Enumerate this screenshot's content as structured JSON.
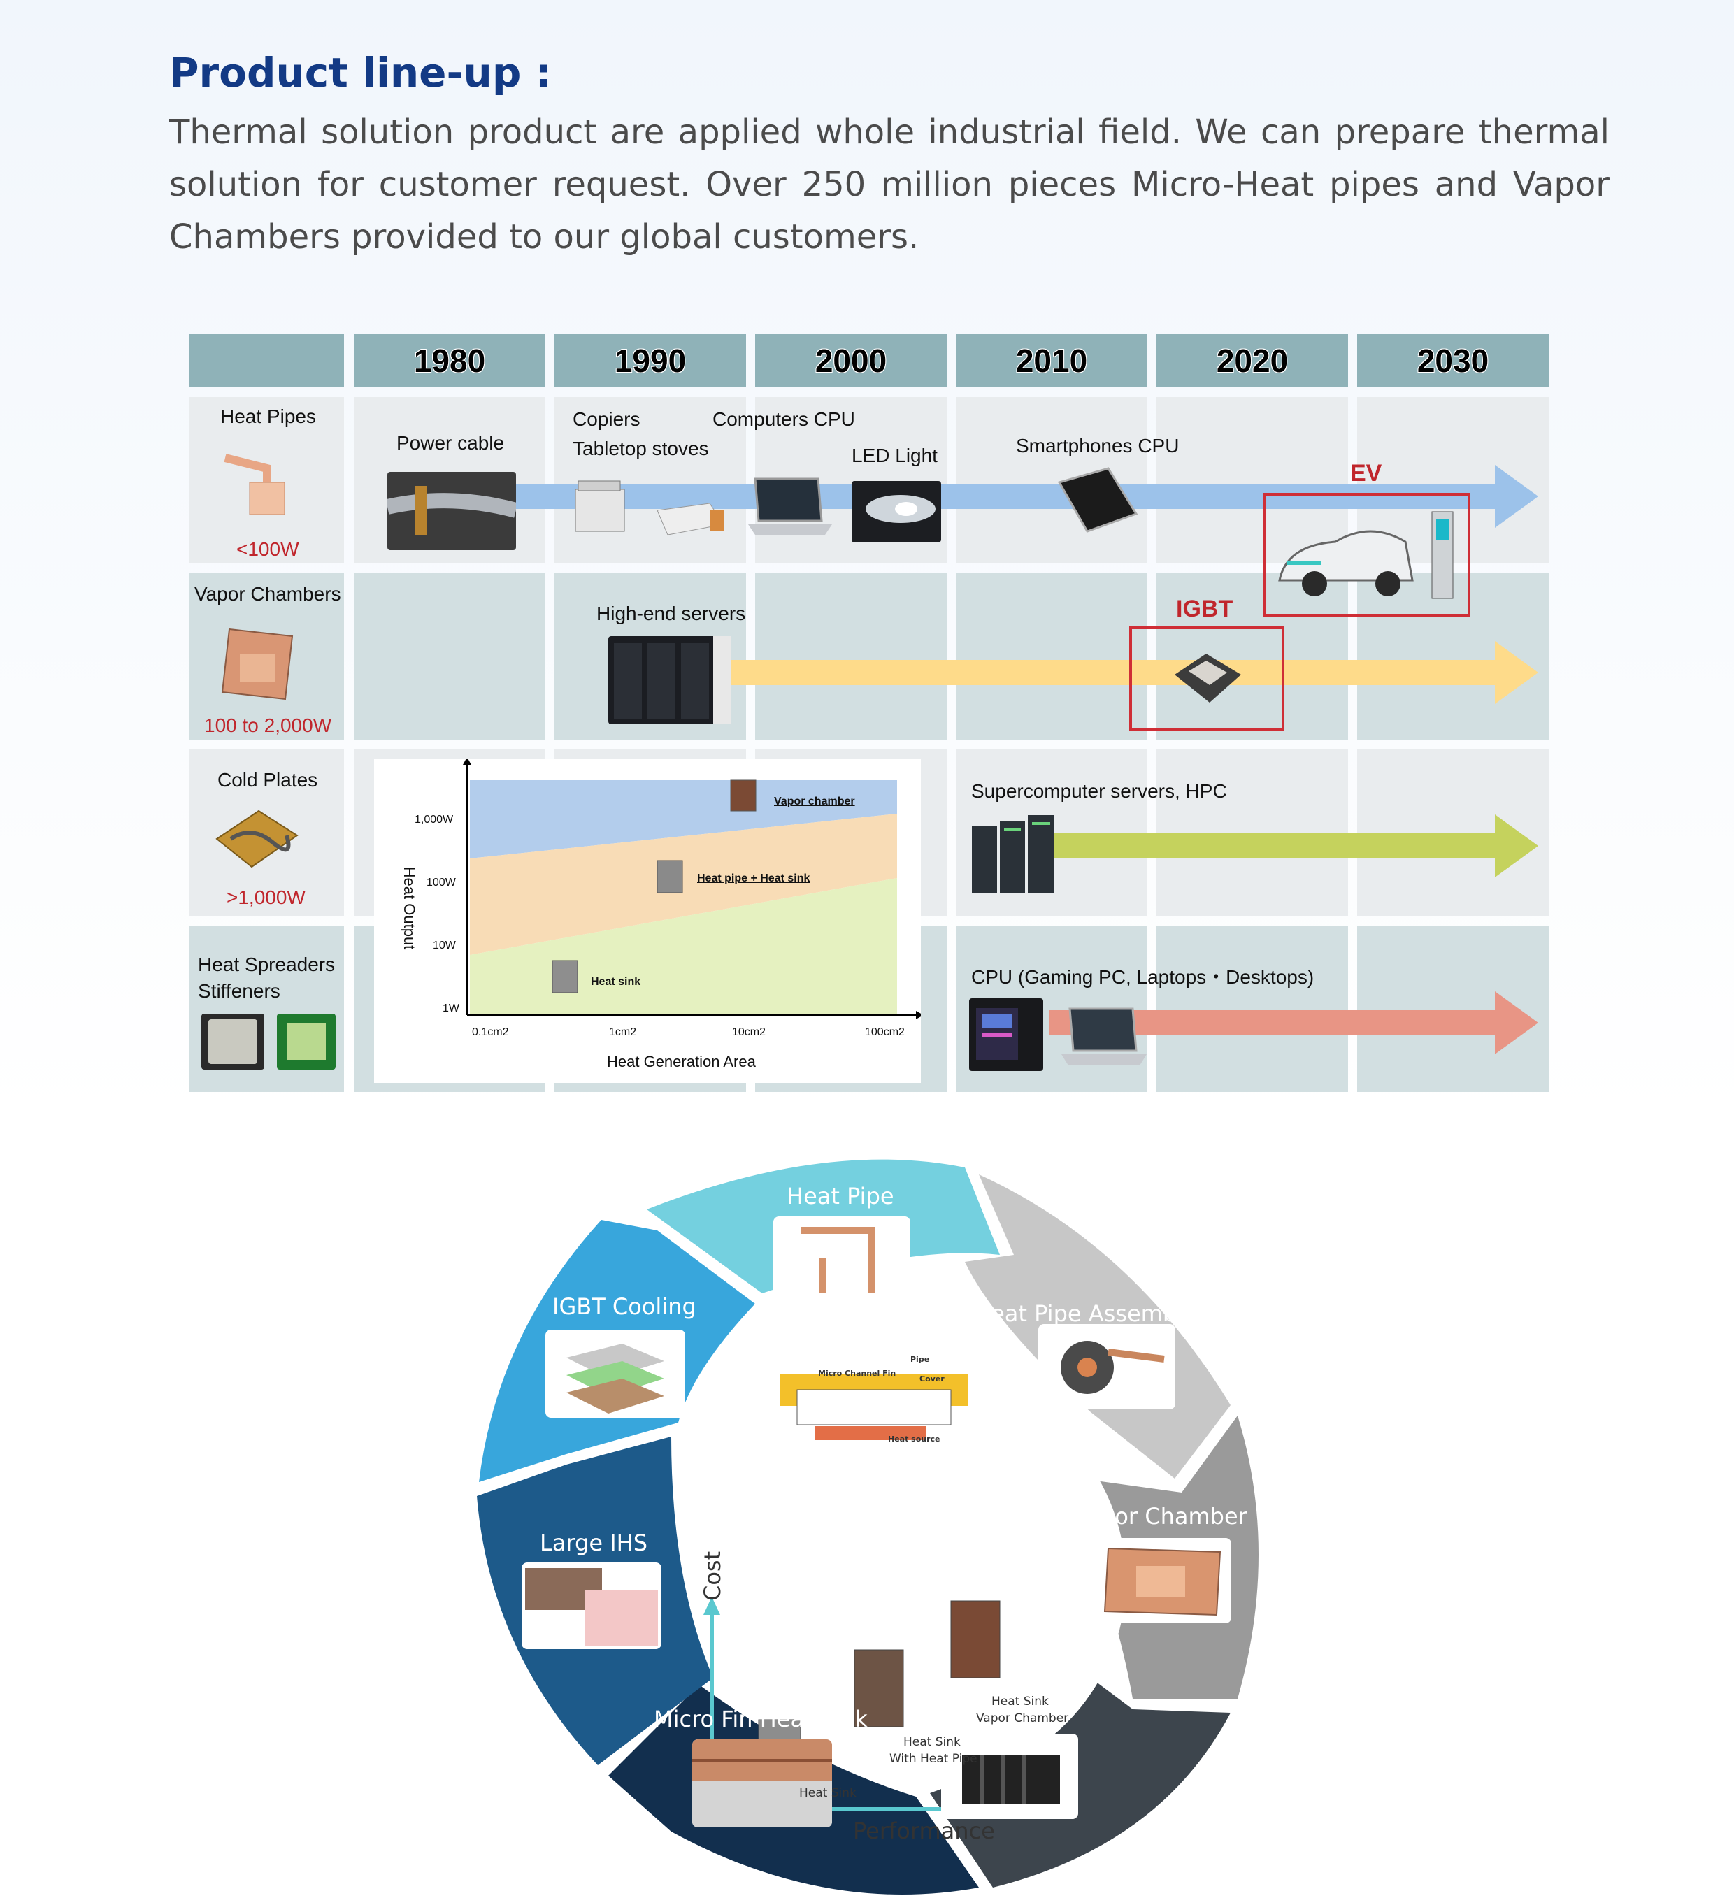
{
  "intro": {
    "title": "Product line-up :",
    "body": "Thermal solution product are applied whole industrial field. We can prepare thermal solution for customer request. Over 250 million pieces Micro-Heat pipes and Vapor Chambers provided to our global customers."
  },
  "timeline": {
    "years": [
      "1980",
      "1990",
      "2000",
      "2010",
      "2020",
      "2030"
    ],
    "rows": [
      {
        "name": "Heat Pipes",
        "power": "<100W"
      },
      {
        "name": "Vapor Chambers",
        "power": "100 to 2,000W"
      },
      {
        "name": "Cold Plates",
        "power": ">1,000W"
      },
      {
        "name": "Heat Spreaders",
        "name2": "Stiffeners"
      }
    ],
    "applications": {
      "power_cable": "Power cable",
      "copiers": "Copiers",
      "tabletop": "Tabletop stoves",
      "computers": "Computers CPU",
      "led": "LED Light",
      "smartphones": "Smartphones CPU",
      "ev": "EV",
      "servers": "High-end servers",
      "igbt": "IGBT",
      "hpc": "Supercomputer servers, HPC",
      "cpu": "CPU (Gaming PC, Laptops・Desktops)"
    },
    "arrow_colors": {
      "heat_pipes": "#9cc2ea",
      "vapor": "#fedb8a",
      "cold": "#c5d25d",
      "spreader": "#e89585"
    }
  },
  "inner_chart": {
    "xlabel": "Heat Generation Area",
    "ylabel": "Heat Output",
    "xticks": [
      "0.1cm2",
      "1cm2",
      "10cm2",
      "100cm2"
    ],
    "yticks": [
      "1,000W",
      "100W",
      "10W",
      "1W"
    ],
    "regions": [
      "Vapor chamber",
      "Heat pipe + Heat sink",
      "Heat sink"
    ],
    "colors": {
      "vapor": "#b3cdec",
      "pipe": "#f8dcb6",
      "sink": "#e5f1c0"
    }
  },
  "circle": {
    "segments": [
      {
        "label": "Heat Pipe",
        "color": "#74d0df"
      },
      {
        "label": "Heat Pipe Assembly",
        "color": "#c7c7c7"
      },
      {
        "label": "Vapor Chamber",
        "color": "#9a9a9a"
      },
      {
        "label": "Heat Sink",
        "color": "#3d454d"
      },
      {
        "label": "Micro Fin Heat Sink",
        "color": "#122f4e"
      },
      {
        "label": "Large IHS",
        "color": "#1d5a8a"
      },
      {
        "label": "IGBT Cooling",
        "color": "#38a6dc"
      }
    ],
    "center": {
      "cost": "Cost",
      "performance": "Performance",
      "items": [
        "Heat Sink",
        "Heat Sink",
        "With Heat Pipe",
        "Heat Sink",
        "Vapor Chamber"
      ],
      "diagram": {
        "fin": "Micro Channel Fin",
        "pipe": "Pipe",
        "cover": "Cover",
        "source": "Heat source"
      }
    }
  }
}
